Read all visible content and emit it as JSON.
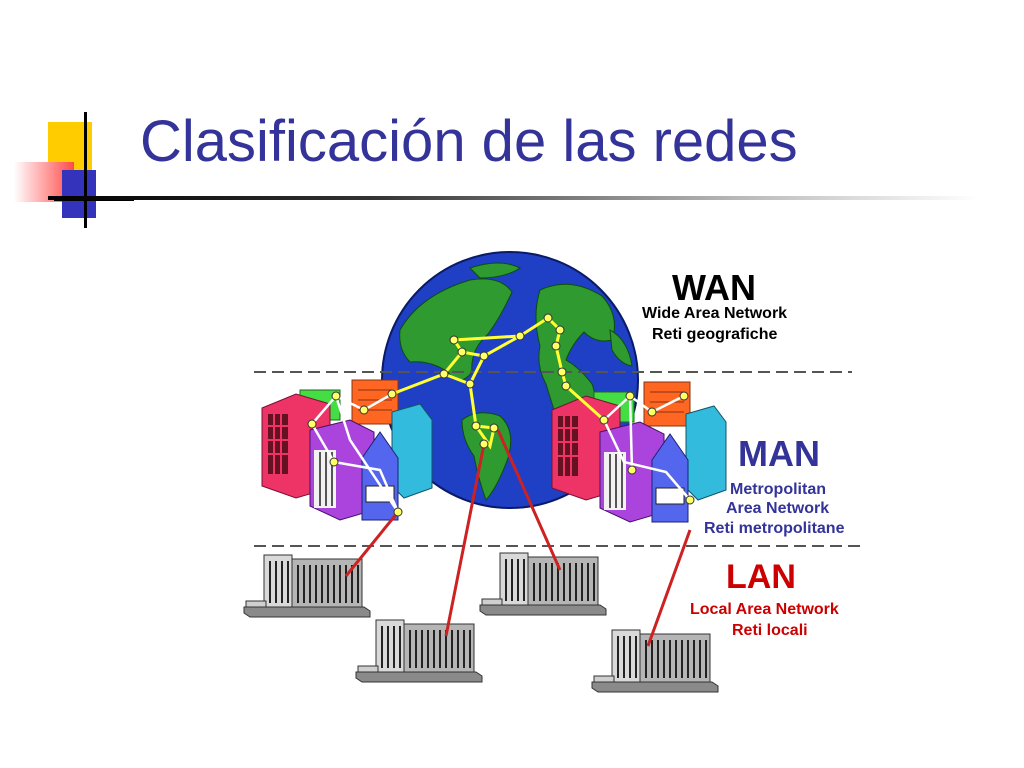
{
  "slide": {
    "title": "Clasificación de las redes"
  },
  "diagram": {
    "wan": {
      "title": "WAN",
      "line1": "Wide Area Network",
      "line2": "Reti geografiche",
      "color": "#000000"
    },
    "man": {
      "title": "MAN",
      "line1": "Metropolitan",
      "line2": "Area Network",
      "line3": "Reti metropolitane",
      "color": "#333399"
    },
    "lan": {
      "title": "LAN",
      "line1": "Local Area Network",
      "line2": "Reti locali",
      "color": "#cc0000"
    }
  },
  "colors": {
    "title": "#333399",
    "ocean": "#1f3fc4",
    "land": "#2f9a2f",
    "wan_link": "#ffff33",
    "man_link": "#ffffff",
    "lan_link": "#cc2222"
  }
}
